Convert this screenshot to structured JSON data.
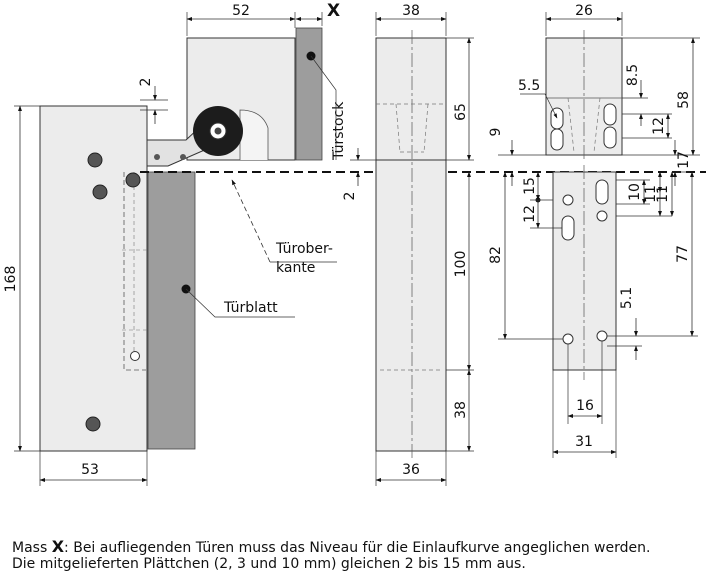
{
  "dimensions": {
    "d52": "52",
    "x_mark": "X",
    "d2_top": "2",
    "d168": "168",
    "d53": "53",
    "d2_mid": "2",
    "d38_top": "38",
    "d65": "65",
    "d100": "100",
    "d38_bottom": "38",
    "d36": "36",
    "d26": "26",
    "d5_5": "5.5",
    "d8_5": "8.5",
    "d58": "58",
    "d9": "9",
    "d12_right": "12",
    "d17": "17",
    "d15": "15",
    "d12_left": "12",
    "d10": "10",
    "d11a": "11",
    "d11b": "11",
    "d82": "82",
    "d77": "77",
    "d5_1": "5.1",
    "d16": "16",
    "d31": "31"
  },
  "labels": {
    "tuerstock": "Türstock",
    "tueroberkante_1": "Türober-",
    "tueroberkante_2": "kante",
    "tuerblatt": "Türblatt"
  },
  "note": {
    "prefix": "Mass ",
    "x": "X",
    "line1_rest": ": Bei aufliegenden Türen muss das Niveau für die Einlaufkurve angeglichen werden.",
    "line2": "Die mitgelieferten Plättchen (2, 3 und 10 mm) gleichen 2 bis 15 mm aus."
  }
}
